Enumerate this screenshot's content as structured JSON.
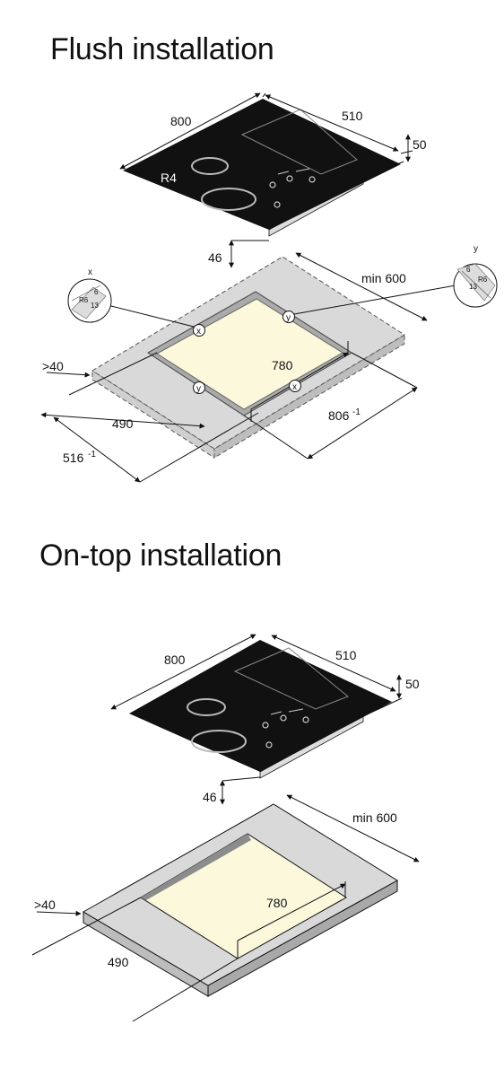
{
  "flush": {
    "title": "Flush installation",
    "hob": {
      "width": "800",
      "depth": "510",
      "height": "50",
      "edge_radius": "R4",
      "recess": "46"
    },
    "cutout": {
      "min_depth": "min 600",
      "front_gap": ">40",
      "inner_width": "780",
      "cut_depth": "490",
      "outer_depth": "516",
      "outer_depth_tol": "-1",
      "outer_width": "806",
      "outer_width_tol": "-1",
      "marker_x": "x",
      "marker_y": "y"
    },
    "detail_x": {
      "label": "x",
      "a": "6",
      "r": "R6",
      "b": "13"
    },
    "detail_y": {
      "label": "y",
      "a": "6",
      "r": "R6",
      "b": "13"
    }
  },
  "ontop": {
    "title": "On-top installation",
    "hob": {
      "width": "800",
      "depth": "510",
      "height": "50",
      "recess": "46"
    },
    "cutout": {
      "min_depth": "min 600",
      "front_gap": ">40",
      "inner_width": "780",
      "cut_depth": "490"
    }
  },
  "colors": {
    "glass": "#111111",
    "counter": "#d9d9d9",
    "opening": "#fbf8dc"
  }
}
